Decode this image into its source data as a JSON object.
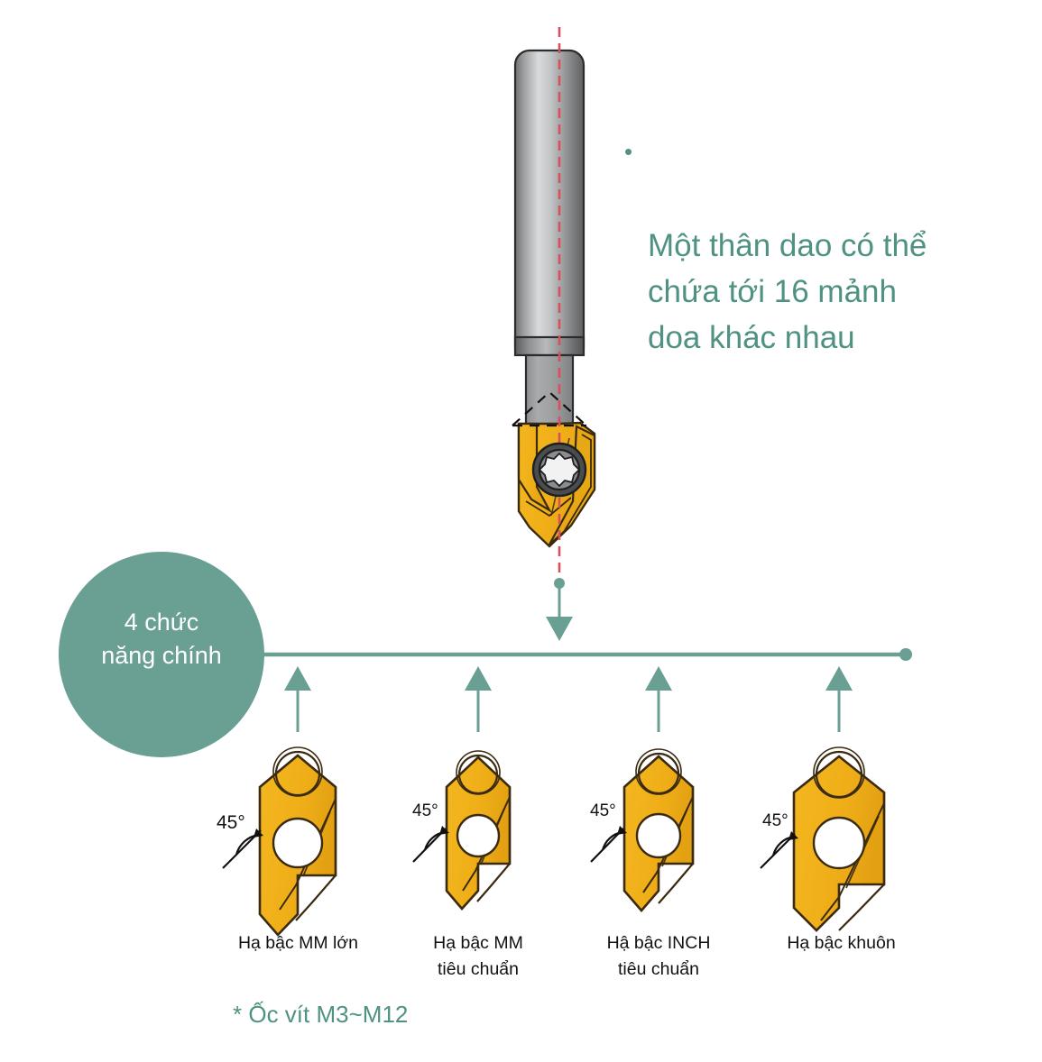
{
  "diagram": {
    "title_bullet": {
      "bullet": "•",
      "text": "Một thân dao có thể\nchứa tới 16 mảnh\ndoa khác nhau"
    },
    "circle": {
      "label": "4 chức\nnăng chính",
      "fill": "#6aa094",
      "text_color": "#ffffff"
    },
    "footnote": {
      "marker": "*",
      "text": "Ốc vít M3~M12"
    },
    "colors": {
      "teal": "#6aa094",
      "teal_text": "#4f9182",
      "gold": "#f2b31e",
      "gold_dark": "#d99a12",
      "outline": "#3a2a10",
      "steel_light": "#d8d9da",
      "steel_mid": "#9a9b9d",
      "steel_dark": "#5b5c5e",
      "centerline_red": "#d94f5c",
      "label_black": "#111111"
    },
    "tool": {
      "name": "indexable-counterbore-tool",
      "centerline": "red-dashed",
      "screw": "torx-screw",
      "insert_color": "#f2b31e"
    },
    "connector": {
      "down_arrow": "down-arrow",
      "end_dot": "end-dot",
      "up_arrows": 4
    },
    "inserts": [
      {
        "id": "insert-1",
        "angle_label": "45°",
        "label": "Hạ bậc MM lớn",
        "label_lines": 1
      },
      {
        "id": "insert-2",
        "angle_label": "45°",
        "label": "Hạ bậc MM\ntiêu chuẩn",
        "label_lines": 2
      },
      {
        "id": "insert-3",
        "angle_label": "45°",
        "label": "Hậ bậc INCH\ntiêu chuẩn",
        "label_lines": 2
      },
      {
        "id": "insert-4",
        "angle_label": "45°",
        "label": "Hạ bậc khuôn",
        "label_lines": 1
      }
    ]
  }
}
